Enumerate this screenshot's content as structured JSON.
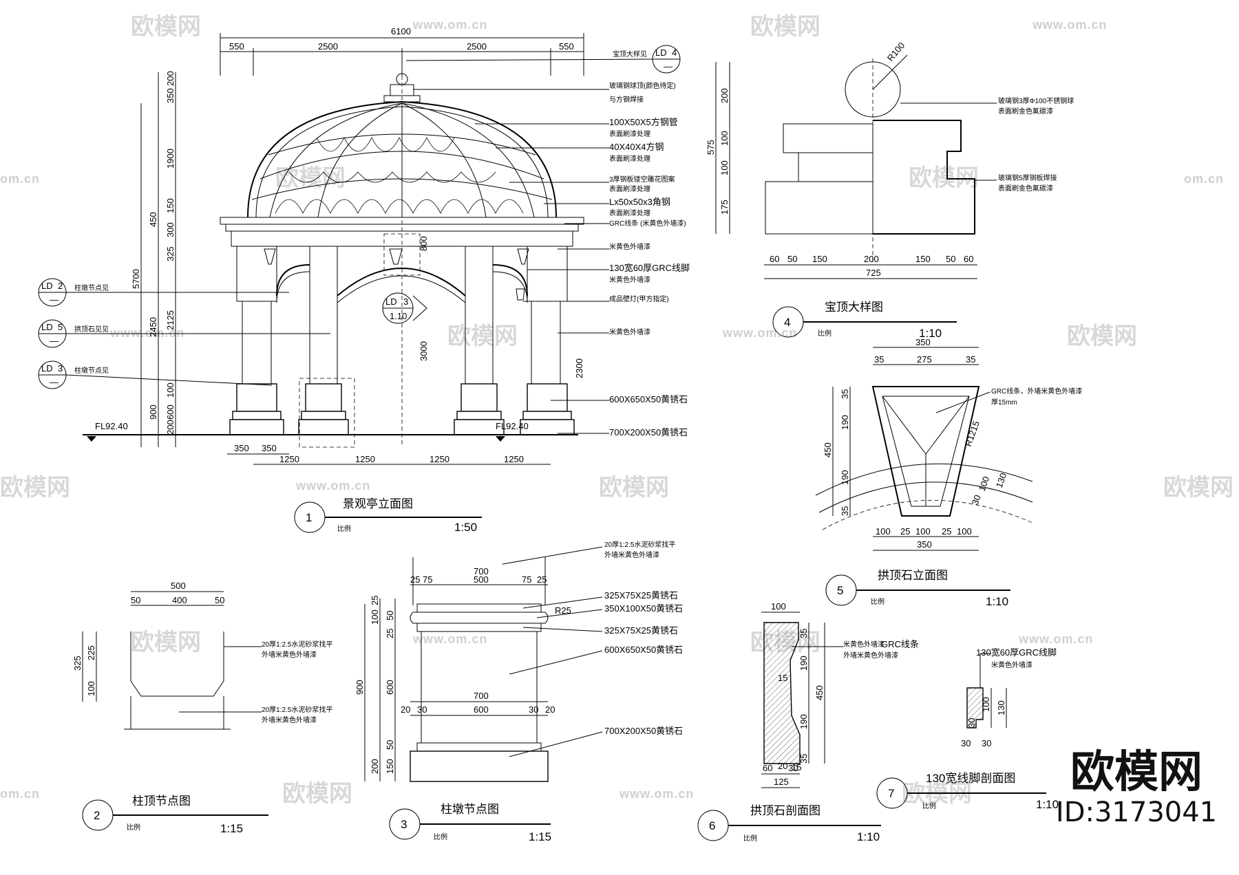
{
  "watermark": {
    "text": "欧模网",
    "site": "www.om.cn",
    "short_site": "om.cn"
  },
  "brand": {
    "name": "欧模网",
    "id": "ID:3173041"
  },
  "fig1": {
    "num": "1",
    "title": "景观亭立面图",
    "scale_word": "比例",
    "scale": "1:50",
    "overall": "6100",
    "top_dims": [
      "550",
      "2500",
      "2500",
      "550"
    ],
    "bottom_dims": [
      "1250",
      "1250",
      "1250",
      "1250"
    ],
    "base_dims": [
      "350",
      "350"
    ],
    "left_dims": [
      "200",
      "350",
      "1900",
      "150",
      "300",
      "325",
      "2125",
      "100",
      "600",
      "200"
    ],
    "left_outer": [
      "450",
      "5700",
      "2450",
      "900"
    ],
    "mid_dims": [
      "800",
      "3000",
      "2300"
    ],
    "levels": [
      "FL92.40",
      "FL92.40"
    ],
    "notes": [
      "宝顶大样见",
      "玻璃钢球顶(颜色待定)",
      "与方钢焊接",
      "100X50X5方钢管",
      "表面刷漆处理",
      "40X40X4方钢",
      "表面刷漆处理",
      "3厚钢板镂空雕花图案",
      "表面刷漆处理",
      "Lx50x50x3角钢",
      "表面刷漆处理",
      "GRC线条 (米黄色外墙漆)",
      "米黄色外墙漆",
      "130宽60厚GRC线脚",
      "米黄色外墙漆",
      "成品壁灯(甲方指定)",
      "米黄色外墙漆",
      "600X650X50黄锈石",
      "700X200X50黄锈石"
    ],
    "left_notes": [
      "柱墩节点见",
      "拱顶石见见",
      "柱墩节点见"
    ],
    "callouts": [
      {
        "num": "4",
        "sheet": "LD",
        "sub": "—"
      },
      {
        "num": "2",
        "sheet": "LD",
        "sub": "—"
      },
      {
        "num": "5",
        "sheet": "LD",
        "sub": "—"
      },
      {
        "num": "3",
        "sheet": "LD",
        "sub": "—"
      },
      {
        "num": "3",
        "sheet": "LD",
        "sub": "1.10"
      }
    ]
  },
  "fig2": {
    "num": "2",
    "title": "柱顶节点图",
    "scale_word": "比例",
    "scale": "1:15",
    "top": [
      "500",
      "50",
      "400",
      "50"
    ],
    "left": [
      "325",
      "225",
      "100"
    ],
    "notes": [
      "20厚1:2.5水泥砂浆找平",
      "外墙米黄色外墙漆",
      "20厚1:2.5水泥砂浆找平",
      "外墙米黄色外墙漆"
    ]
  },
  "fig3": {
    "num": "3",
    "title": "柱墩节点图",
    "scale_word": "比例",
    "scale": "1:15",
    "top": [
      "700",
      "25",
      "75",
      "500",
      "75",
      "25"
    ],
    "mid": [
      "700",
      "20",
      "30",
      "600",
      "30",
      "20"
    ],
    "left_outer": [
      "900"
    ],
    "left": [
      "25",
      "100",
      "50",
      "25",
      "600",
      "50",
      "200",
      "150"
    ],
    "r": "R25",
    "notes": [
      "20厚1:2.5水泥砂浆找平",
      "外墙米黄色外墙漆",
      "325X75X25黄锈石",
      "350X100X50黄锈石",
      "325X75X25黄锈石",
      "600X650X50黄锈石",
      "700X200X50黄锈石"
    ]
  },
  "fig4": {
    "num": "4",
    "title": "宝顶大样图",
    "scale_word": "比例",
    "scale": "1:10",
    "r": "R100",
    "left_outer": [
      "575"
    ],
    "left": [
      "200",
      "100",
      "100",
      "175"
    ],
    "bottom": [
      "60",
      "50",
      "150",
      "200",
      "150",
      "50",
      "60"
    ],
    "total": "725",
    "notes": [
      "玻璃钢3厚Φ100不锈钢球",
      "表面刷金色氟碳漆",
      "玻璃钢5厚钢板焊接",
      "表面刷金色氟碳漆"
    ]
  },
  "fig5": {
    "num": "5",
    "title": "拱顶石立面图",
    "scale_word": "比例",
    "scale": "1:10",
    "top": [
      "350",
      "35",
      "275",
      "35"
    ],
    "left_outer": [
      "450"
    ],
    "left": [
      "35",
      "190",
      "190",
      "35"
    ],
    "bottom": [
      "100",
      "25",
      "100",
      "25",
      "100"
    ],
    "total": "350",
    "r": "R1215",
    "side": [
      "100",
      "130",
      "30"
    ],
    "notes": [
      "GRC线条，外墙米黄色外墙漆",
      "厚15mm"
    ]
  },
  "fig6": {
    "num": "6",
    "title": "拱顶石剖面图",
    "scale_word": "比例",
    "scale": "1:10",
    "top": [
      "100"
    ],
    "right": [
      "35",
      "190",
      "190",
      "35"
    ],
    "right_outer": [
      "450"
    ],
    "inner": [
      "15",
      "15"
    ],
    "bottom": [
      "60",
      "20",
      "30",
      "125"
    ],
    "bottom_small": [
      "15"
    ],
    "notes": [
      "米黄色外墙漆",
      "GRC线条",
      "外墙米黄色外墙漆"
    ]
  },
  "fig7": {
    "num": "7",
    "title": "130宽线脚剖面图",
    "scale_word": "比例",
    "scale": "1:10",
    "note": "130宽60厚GRC线脚",
    "note2": "米黄色外墙漆",
    "right": [
      "100",
      "130"
    ],
    "left": [
      "30"
    ],
    "bottom": [
      "30",
      "30"
    ]
  }
}
